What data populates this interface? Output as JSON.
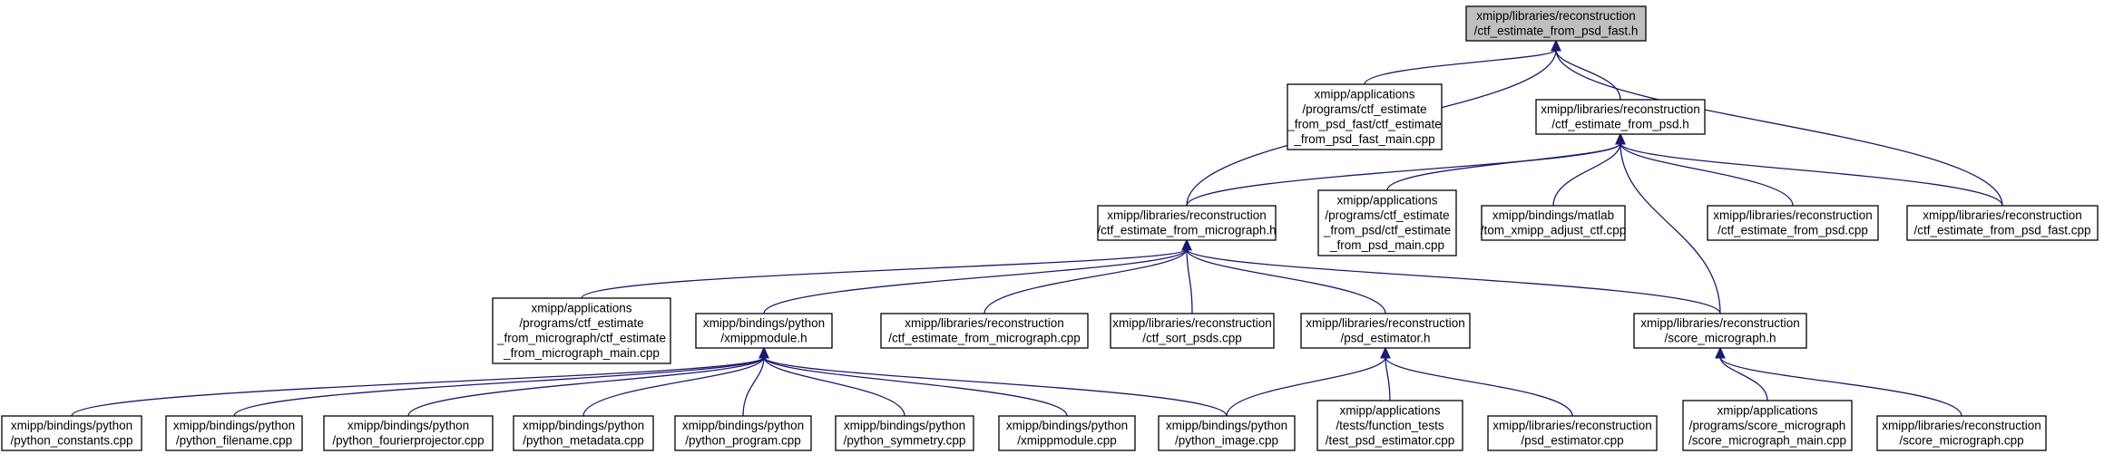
{
  "graph": {
    "title": "",
    "colors": {
      "edge": "#191970",
      "root_fill": "#bfbfbf",
      "node_fill": "#ffffff",
      "node_border": "#000000"
    },
    "nodes": [
      {
        "id": "n0",
        "lines": [
          "xmipp/libraries/reconstruction",
          "/ctf_estimate_from_psd_fast.h"
        ],
        "root": true
      },
      {
        "id": "n1",
        "lines": [
          "xmipp/applications",
          "/programs/ctf_estimate",
          "_from_psd_fast/ctf_estimate",
          "_from_psd_fast_main.cpp"
        ]
      },
      {
        "id": "n2",
        "lines": [
          "xmipp/libraries/reconstruction",
          "/ctf_estimate_from_psd.h"
        ]
      },
      {
        "id": "n3",
        "lines": [
          "xmipp/libraries/reconstruction",
          "/ctf_estimate_from_micrograph.h"
        ]
      },
      {
        "id": "n4",
        "lines": [
          "xmipp/applications",
          "/programs/ctf_estimate",
          "_from_psd/ctf_estimate",
          "_from_psd_main.cpp"
        ]
      },
      {
        "id": "n5",
        "lines": [
          "xmipp/bindings/matlab",
          "/tom_xmipp_adjust_ctf.cpp"
        ]
      },
      {
        "id": "n6",
        "lines": [
          "xmipp/libraries/reconstruction",
          "/ctf_estimate_from_psd.cpp"
        ]
      },
      {
        "id": "n7",
        "lines": [
          "xmipp/libraries/reconstruction",
          "/ctf_estimate_from_psd_fast.cpp"
        ]
      },
      {
        "id": "n8",
        "lines": [
          "xmipp/applications",
          "/programs/ctf_estimate",
          "_from_micrograph/ctf_estimate",
          "_from_micrograph_main.cpp"
        ]
      },
      {
        "id": "n9",
        "lines": [
          "xmipp/bindings/python",
          "/xmippmodule.h"
        ]
      },
      {
        "id": "n10",
        "lines": [
          "xmipp/libraries/reconstruction",
          "/ctf_estimate_from_micrograph.cpp"
        ]
      },
      {
        "id": "n11",
        "lines": [
          "xmipp/libraries/reconstruction",
          "/ctf_sort_psds.cpp"
        ]
      },
      {
        "id": "n12",
        "lines": [
          "xmipp/libraries/reconstruction",
          "/psd_estimator.h"
        ]
      },
      {
        "id": "n13",
        "lines": [
          "xmipp/libraries/reconstruction",
          "/score_micrograph.h"
        ]
      },
      {
        "id": "n14",
        "lines": [
          "xmipp/bindings/python",
          "/python_constants.cpp"
        ]
      },
      {
        "id": "n15",
        "lines": [
          "xmipp/bindings/python",
          "/python_filename.cpp"
        ]
      },
      {
        "id": "n16",
        "lines": [
          "xmipp/bindings/python",
          "/python_fourierprojector.cpp"
        ]
      },
      {
        "id": "n17",
        "lines": [
          "xmipp/bindings/python",
          "/python_metadata.cpp"
        ]
      },
      {
        "id": "n18",
        "lines": [
          "xmipp/bindings/python",
          "/python_program.cpp"
        ]
      },
      {
        "id": "n19",
        "lines": [
          "xmipp/bindings/python",
          "/python_symmetry.cpp"
        ]
      },
      {
        "id": "n20",
        "lines": [
          "xmipp/bindings/python",
          "/xmippmodule.cpp"
        ]
      },
      {
        "id": "n21",
        "lines": [
          "xmipp/bindings/python",
          "/python_image.cpp"
        ]
      },
      {
        "id": "n22",
        "lines": [
          "xmipp/applications",
          "/tests/function_tests",
          "/test_psd_estimator.cpp"
        ]
      },
      {
        "id": "n23",
        "lines": [
          "xmipp/libraries/reconstruction",
          "/psd_estimator.cpp"
        ]
      },
      {
        "id": "n24",
        "lines": [
          "xmipp/applications",
          "/programs/score_micrograph",
          "/score_micrograph_main.cpp"
        ]
      },
      {
        "id": "n25",
        "lines": [
          "xmipp/libraries/reconstruction",
          "/score_micrograph.cpp"
        ]
      }
    ],
    "edges": [
      {
        "from": "n1",
        "to": "n0"
      },
      {
        "from": "n2",
        "to": "n0"
      },
      {
        "from": "n3",
        "to": "n0"
      },
      {
        "from": "n7",
        "to": "n0"
      },
      {
        "from": "n3",
        "to": "n2"
      },
      {
        "from": "n4",
        "to": "n2"
      },
      {
        "from": "n5",
        "to": "n2"
      },
      {
        "from": "n6",
        "to": "n2"
      },
      {
        "from": "n7",
        "to": "n2"
      },
      {
        "from": "n13",
        "to": "n2"
      },
      {
        "from": "n8",
        "to": "n3"
      },
      {
        "from": "n9",
        "to": "n3"
      },
      {
        "from": "n10",
        "to": "n3"
      },
      {
        "from": "n11",
        "to": "n3"
      },
      {
        "from": "n12",
        "to": "n3"
      },
      {
        "from": "n13",
        "to": "n3"
      },
      {
        "from": "n14",
        "to": "n9"
      },
      {
        "from": "n15",
        "to": "n9"
      },
      {
        "from": "n16",
        "to": "n9"
      },
      {
        "from": "n17",
        "to": "n9"
      },
      {
        "from": "n18",
        "to": "n9"
      },
      {
        "from": "n19",
        "to": "n9"
      },
      {
        "from": "n20",
        "to": "n9"
      },
      {
        "from": "n21",
        "to": "n9"
      },
      {
        "from": "n21",
        "to": "n12"
      },
      {
        "from": "n22",
        "to": "n12"
      },
      {
        "from": "n23",
        "to": "n12"
      },
      {
        "from": "n24",
        "to": "n13"
      },
      {
        "from": "n25",
        "to": "n13"
      }
    ]
  }
}
